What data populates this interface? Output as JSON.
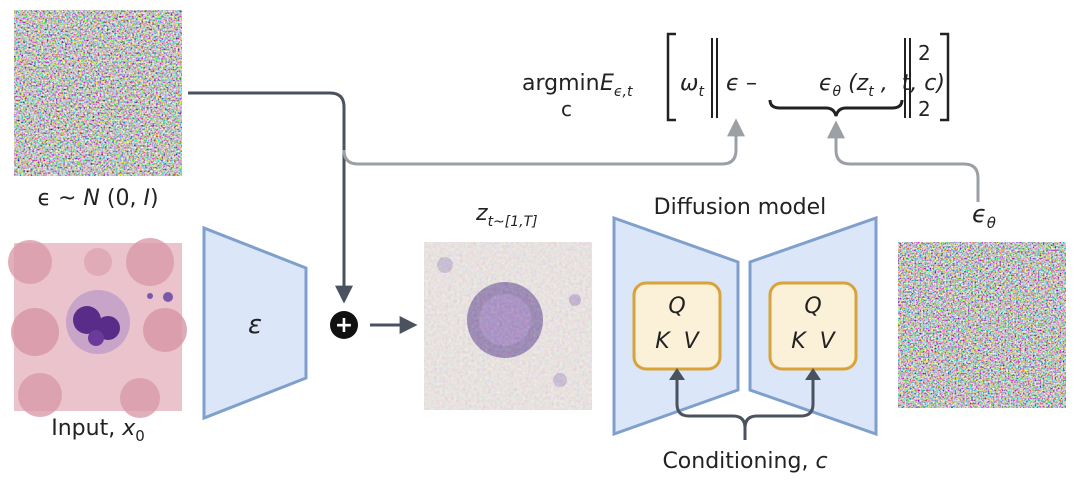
{
  "noise": {
    "label_prefix": "ϵ ~ ",
    "label_N": "N",
    "label_args_open": " (0, ",
    "label_I": "I",
    "label_args_close": ")"
  },
  "input": {
    "label": "Input, ",
    "label_var": "x",
    "label_sub": "0"
  },
  "encoder": {
    "symbol": "ε"
  },
  "plus_symbol": "+",
  "latent": {
    "label_var": "z",
    "label_sub": "t~[1,T]"
  },
  "diffusion": {
    "title": "Diffusion model",
    "blocks": [
      {
        "q": "Q",
        "kv": "K  V"
      },
      {
        "q": "Q",
        "kv": "K  V"
      }
    ]
  },
  "output": {
    "label_var": "ϵ",
    "label_sub": "θ"
  },
  "conditioning": {
    "label": "Conditioning, ",
    "label_var": "c"
  },
  "loss": {
    "argmin": "argmin",
    "argmin_sub": "c",
    "E": "E",
    "E_sub": "ϵ,t",
    "omega": "ω",
    "omega_sub": "t",
    "eps": "ϵ",
    "minus": "–",
    "eps_theta": "ϵ",
    "theta": "θ",
    "open_paren": " (",
    "z": "z",
    "z_sub": "t",
    "rest": " ,  t, c)",
    "sup": "2",
    "sub": "2"
  },
  "colors": {
    "arrow": "#5a6470",
    "arrow_light": "#9aa0a6",
    "trapezoid_fill": "#dbe6f8",
    "trapezoid_stroke": "#7f9fcc",
    "block_fill": "#fbf0d8",
    "block_stroke": "#d9a33a"
  }
}
